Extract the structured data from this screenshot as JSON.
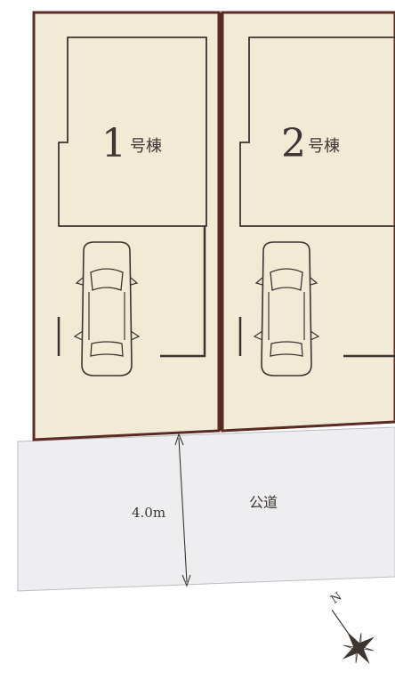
{
  "lots": [
    {
      "number": "1",
      "suffix": "号棟"
    },
    {
      "number": "2",
      "suffix": "号棟"
    }
  ],
  "road": {
    "label": "公道",
    "width": "4.0m"
  },
  "compass": {
    "north": "N"
  },
  "colors": {
    "lot_fill": "#f1ead4",
    "lot_border": "#5a2a24",
    "road_fill": "#eeeef0",
    "line": "#3d3531"
  }
}
